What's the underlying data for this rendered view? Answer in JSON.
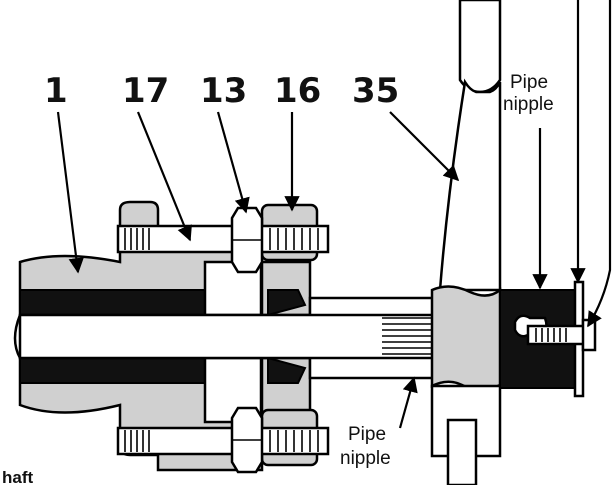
{
  "labels": {
    "part_1": "1",
    "part_17": "17",
    "part_13": "13",
    "part_16": "16",
    "part_35": "35",
    "pipe_nipple_top_line1": "Pipe",
    "pipe_nipple_top_line2": "nipple",
    "pipe_nipple_bottom_line1": "Pipe",
    "pipe_nipple_bottom_line2": "nipple",
    "caption_fragment": "haft"
  }
}
